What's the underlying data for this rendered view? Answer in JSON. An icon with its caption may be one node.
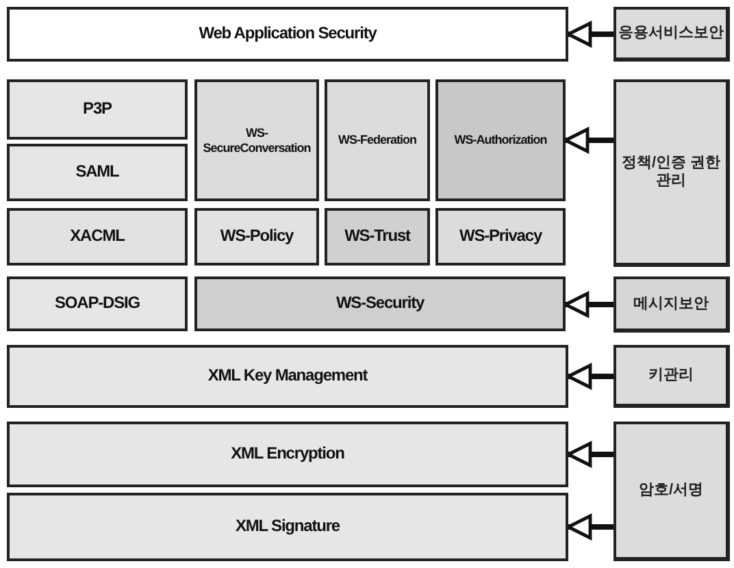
{
  "diagram": {
    "nodes": [
      {
        "text": [
          "Web Application Security"
        ]
      },
      {
        "text": [
          "P3P"
        ]
      },
      {
        "text": [
          "WS-SecureConversation"
        ]
      },
      {
        "text": [
          "WS-Federation"
        ]
      },
      {
        "text": [
          "WS-Authorization"
        ]
      },
      {
        "text": [
          "SAML"
        ]
      },
      {
        "text": [
          "XACML"
        ]
      },
      {
        "text": [
          "WS-Policy"
        ]
      },
      {
        "text": [
          "WS-Trust"
        ]
      },
      {
        "text": [
          "WS-Privacy"
        ]
      },
      {
        "text": [
          "SOAP-DSIG"
        ]
      },
      {
        "text": [
          "WS-Security"
        ]
      },
      {
        "text": [
          "XML Key Management"
        ]
      },
      {
        "text": [
          "XML Encryption"
        ]
      },
      {
        "text": [
          "XML Signature"
        ]
      },
      {
        "text": [
          "응용서비스보안"
        ]
      },
      {
        "text": [
          "정책/인증 권한관리"
        ]
      },
      {
        "text": [
          "메시지보안"
        ]
      },
      {
        "text": [
          "키관리"
        ]
      },
      {
        "text": [
          "암호/서명"
        ]
      }
    ],
    "edges": [
      {
        "from": 15,
        "to": 0,
        "arrow": "to"
      },
      {
        "from": 16,
        "to": 4,
        "arrow": "to"
      },
      {
        "from": 17,
        "to": 11,
        "arrow": "to"
      },
      {
        "from": 18,
        "to": 12,
        "arrow": "to"
      },
      {
        "from": 19,
        "to": 13,
        "arrow": "to"
      },
      {
        "from": 19,
        "to": 14,
        "arrow": "to"
      }
    ]
  }
}
